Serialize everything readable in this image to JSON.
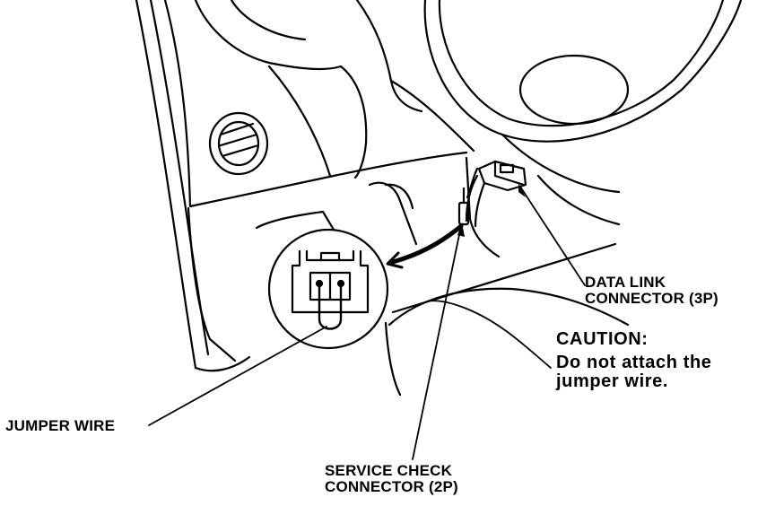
{
  "labels": {
    "data_link_1": "DATA LINK",
    "data_link_2": "CONNECTOR (3P)",
    "caution_title": "CAUTION:",
    "caution_1": "Do not attach the",
    "caution_2": "jumper wire.",
    "jumper_wire": "JUMPER WIRE",
    "service_1": "SERVICE CHECK",
    "service_2": "CONNECTOR (2P)"
  },
  "colors": {
    "ink": "#000000",
    "paper": "#ffffff"
  }
}
